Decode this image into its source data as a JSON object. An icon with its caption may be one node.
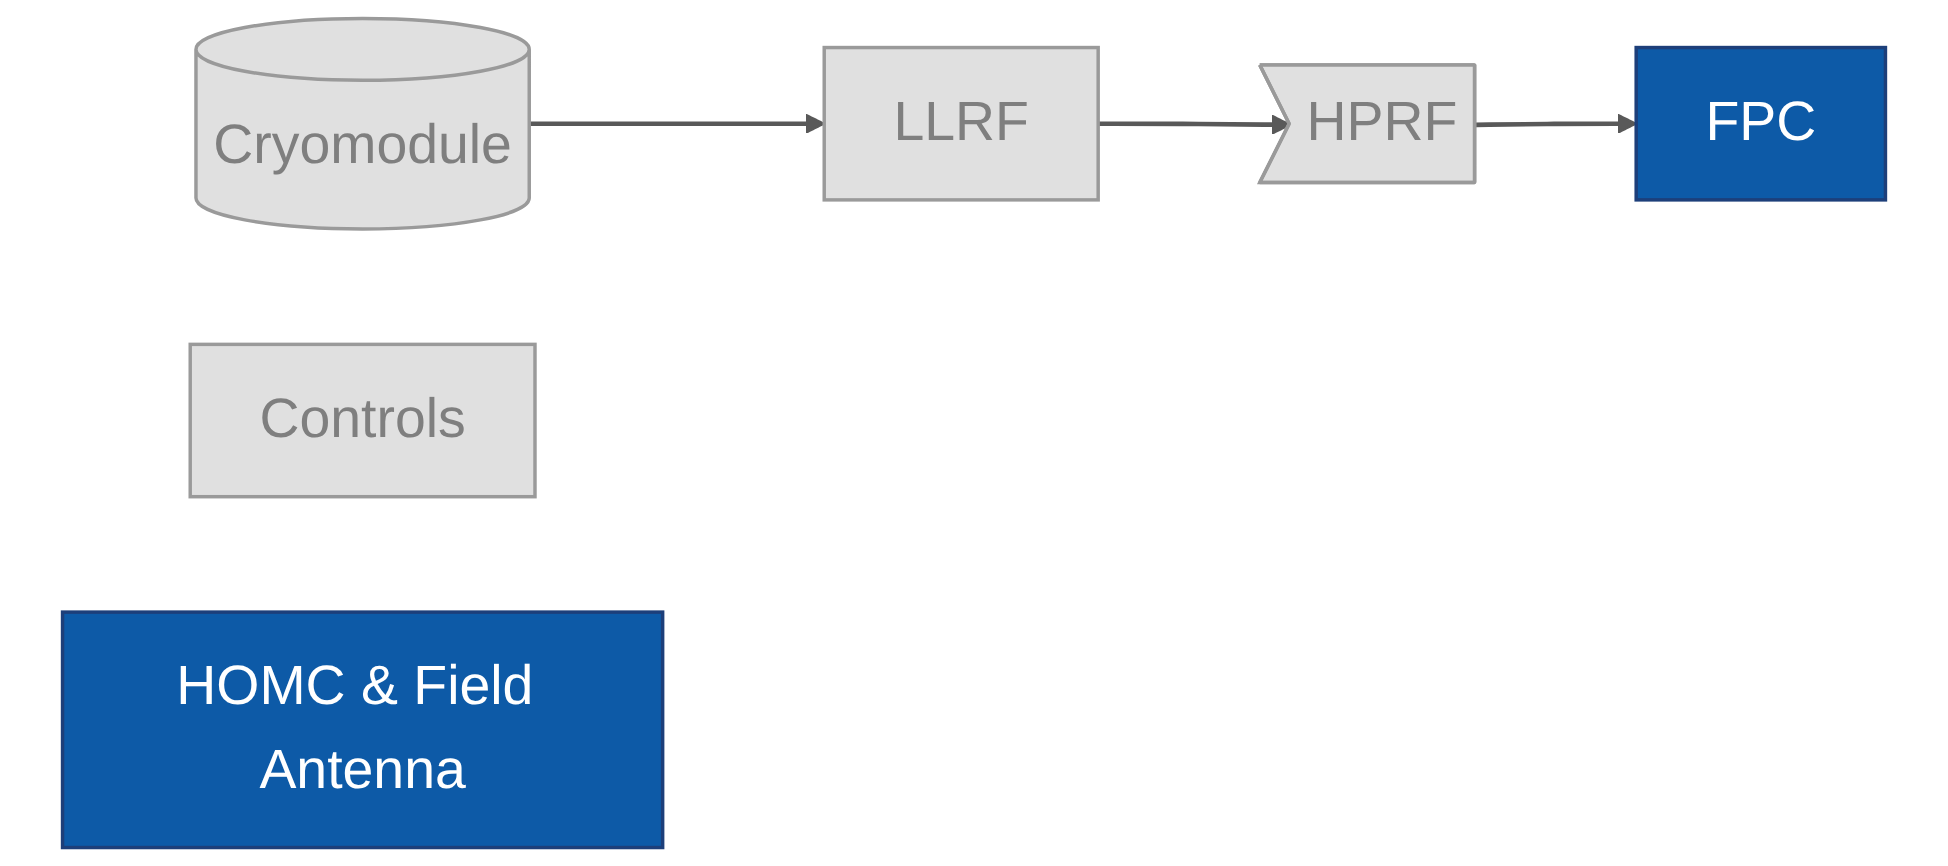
{
  "diagram": {
    "nodes": [
      {
        "text": [
          "HPRF"
        ]
      },
      {
        "text": [
          "FPC"
        ]
      },
      {
        "text": [
          "Cryomodule"
        ]
      },
      {
        "text": [
          "Controls"
        ]
      },
      {
        "text": [
          "LLRF"
        ]
      },
      {
        "text": [
          "HOMC & Field Antenna"
        ]
      }
    ],
    "edges": [
      {
        "from": 0,
        "to": 1,
        "arrow": "to"
      },
      {
        "from": 2,
        "to": 4,
        "arrow": "to"
      },
      {
        "from": 4,
        "to": 0,
        "arrow": "to"
      }
    ]
  }
}
